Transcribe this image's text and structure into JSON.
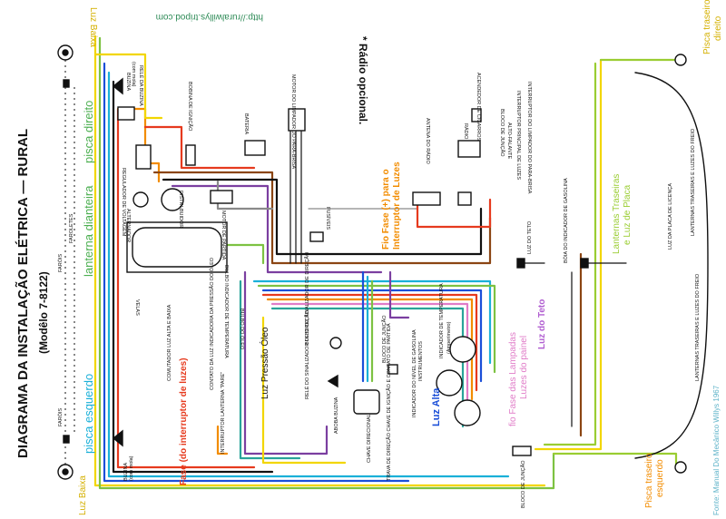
{
  "title": "DIAGRAMA DA INSTALAÇÃO ELÉTRICA — RURAL",
  "subtitle": "(Modêlo 7-8122)",
  "url": "http://ruralwillys.tripod.com",
  "optional_note": "* Rádio opcional.",
  "source": "Fonte: Manual Do Mecânico Willys 1967",
  "colors": {
    "green": "#7dc242",
    "light_green": "#9acd32",
    "yellow": "#f2d600",
    "orange": "#f28c00",
    "red": "#e63a1e",
    "purple": "#7b3fa0",
    "pink": "#e07cc8",
    "blue": "#1b4fd8",
    "cyan": "#1ab0d8",
    "brown": "#8b4513",
    "black": "#111111",
    "grey": "#8a8a8a",
    "teal": "#2aa39a"
  },
  "annotations": {
    "luz_baixa_top": "Luz Baixa",
    "luz_baixa_bottom": "Luz Baixa",
    "pisca_direito": "pisca direito",
    "lanterna_dianteira": "lanterna dianteira",
    "pisca_esquerdo": "pisca esquerdo",
    "fase_interruptor": "Fase (do interruptor de luzes)",
    "luz_pressao_oleo": "Luz Pressão Óleo",
    "fio_fase_radio_a": "Fio Fase (+) para o",
    "fio_fase_radio_b": "Interruptor de Luzes",
    "luz_alta": "Luz Alta",
    "fio_fase_lampadas_a": "fio Fase das Lampadas",
    "fio_fase_lampadas_b": "Luzes do painel",
    "luz_do_teto_label": "Luz do Teto",
    "lanternas_traseiras_a": "Lanternas Traseiras",
    "lanternas_traseiras_b": "e Luz de Placa",
    "pisca_traseiro_direito_a": "Pisca traseiro",
    "pisca_traseiro_direito_b": "direito",
    "pisca_traseiro_esquerdo_a": "Pisca traseiro",
    "pisca_traseiro_esquerdo_b": "esquerdo"
  },
  "labels": {
    "farois_top": "FARÓIS",
    "faroletes": "FAROLETES",
    "farois_bottom": "FARÓIS",
    "buzina_top": "BUZINA",
    "buzina_top_sub": "(com mola)",
    "buzina_bottom": "BUZINA",
    "buzina_bottom_sub": "(com mola)",
    "rele_da_buzina": "RELÉ DA BUZINA",
    "bobina_ignicao": "BOBINA DE IGNIÇÃO",
    "bateria": "BATERIA",
    "regulador": "REGULADOR DE VOLTAGEM",
    "distribuidor": "DISTRI-BUIDOR",
    "alternador": "ALTERNADOR",
    "motor_partida": "MOTOR DE PARTIDA",
    "velas": "VELAS",
    "bulbo_temperatura": "BULBO INDICADOR DE TEMPERATURA",
    "bulbo_oleo": "BULBO DO ÓLEO",
    "comutador": "COMUTADOR LUZ ALTA E BAIXA",
    "contato_luz": "CONTATO DA LUZ INDICADORA DA PRESSÃO DO ÓLEO",
    "interruptor_pare": "INTERRUPTOR LANTERNA \"PARE\"",
    "rele_sinalizador": "RELÉ DO SINALIZADOR DE DIREÇÃO",
    "motor_limpador": "MOTOR DO LIMPADOR DO PARA-BRISA",
    "fusiveis": "FUSÍVEIS",
    "antena_radio": "ANTENA DO RÁDIO",
    "radio": "RÁDIO",
    "acendedor": "ACENDEDOR DE CIGARROS",
    "bloco_juncao_top": "BLOCO DE JUNÇÃO",
    "alto_falante": "ALTO-FALANTE",
    "interruptor_principal": "INTERRUPTOR PRINCIPAL DE LUZES",
    "interruptor_limpador": "INTERRUPTOR DO LIMPADOR DO PARA-BRISA",
    "boia_gasolina": "BÓIA DO INDICADOR DE GASOLINA",
    "luz_do_teto": "LUZ DO TETO",
    "luz_placa": "LUZ DA PLACA DE LICENÇA",
    "lanternas_freio_top": "LANTERNAS TRASEIRAS E LUZES DO FREIO",
    "lanternas_freio_bottom": "LANTERNAS TRASEIRAS E LUZES DO FREIO",
    "sinalizador_direcao": "BULBO DO SINALIZADOR DE DIREÇÃO",
    "indicador_temp": "INDICADOR DE TEMPERATURA",
    "indicador_gasolina": "INDICADOR DO NÍVEL DE GASOLINA",
    "instrumentos": "INSTRUMENTOS",
    "amperimetro": "(Amperímetro)",
    "bloco_juncao_mid": "BLOCO DE JUNÇÃO",
    "abraco_buzina": "ABOBA BUZINA",
    "chave_direcional": "CHAVE DIRECIONAL",
    "trava_direcao": "TRAVA DE DIREÇÃO CHAVE DE IGNIÇÃO E CONTATO DE PARTIDA",
    "bloco_juncao_bottom": "BLOCO DE JUNÇÃO"
  }
}
